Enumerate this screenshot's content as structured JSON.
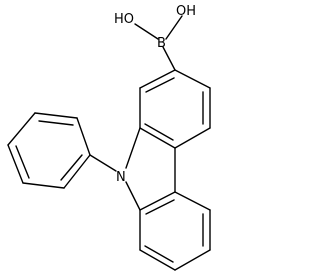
{
  "structure": {
    "atoms": {
      "oh_left": "HO",
      "oh_right": "OH",
      "boron": "B",
      "nitrogen": "N"
    },
    "colors": {
      "bond": "#000000",
      "background": "#ffffff"
    }
  }
}
